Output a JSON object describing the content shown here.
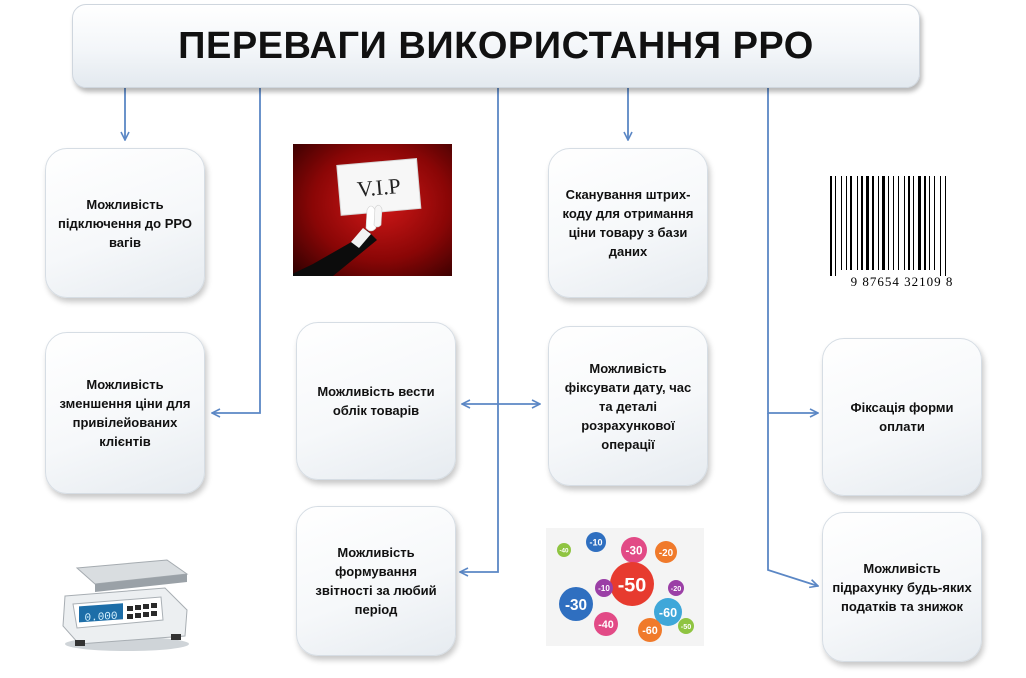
{
  "title": "ПЕРЕВАГИ ВИКОРИСТАННЯ РРО",
  "boxes": {
    "scales": "Можливість підключення до РРО вагів",
    "price_reduction": "Можливість зменшення ціни для привілейованих клієнтів",
    "inventory": "Можливість вести облік товарів",
    "reports": "Можливість формування звітності за любий період",
    "barcode": "Сканування штрих-коду для отримання ціни товару з бази даних",
    "record_datetime": "Можливість фіксувати дату, час та деталі розрахункової операції",
    "payment_form": "Фіксація форми оплати",
    "taxes_discounts": "Можливість підрахунку будь-яких податків та знижок"
  },
  "images": {
    "vip_card_text": "V.I.P",
    "barcode_digits": "9 87654 32109 8",
    "scale_display": "0.000",
    "discount_badges": [
      "-10",
      "-30",
      "-20",
      "-40",
      "-20",
      "-50",
      "-60",
      "-30",
      "-40",
      "-60",
      "-50",
      "-10"
    ]
  },
  "colors": {
    "connector": "#5b87c5",
    "vip_background": "#b30f0f",
    "badge_colors": [
      "#2f6fc0",
      "#e24a86",
      "#f07a2b",
      "#8fc441",
      "#9b3fa6",
      "#e73b2f",
      "#3fa7d9"
    ]
  }
}
